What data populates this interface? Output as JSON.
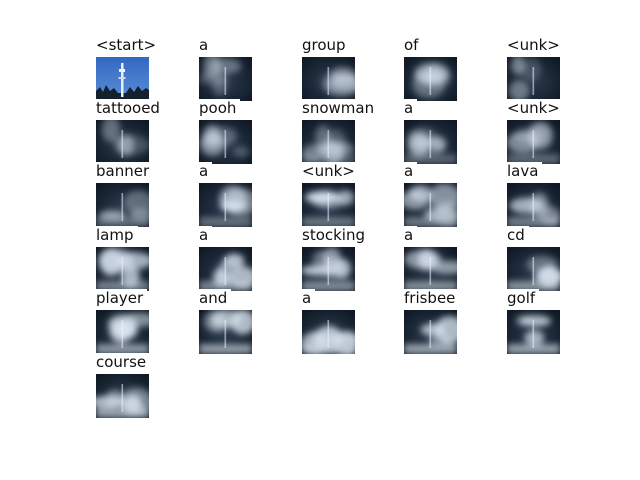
{
  "words": [
    "<start>",
    "a",
    "group",
    "of",
    "<unk>",
    "tattooed",
    "pooh",
    "snowman",
    "a",
    "<unk>",
    "banner",
    "a",
    "<unk>",
    "a",
    "lava",
    "lamp",
    "a",
    "stocking",
    "a",
    "cd",
    "player",
    "and",
    "a",
    "frisbee",
    "golf",
    "course"
  ],
  "thumbnail_icon": "attention-heatmap-over-photo",
  "colors": {
    "original_sky": "#3a6fc4",
    "attention_dark": "#0d1622",
    "attention_bright": "#e4ecf5",
    "text": "#111111"
  }
}
